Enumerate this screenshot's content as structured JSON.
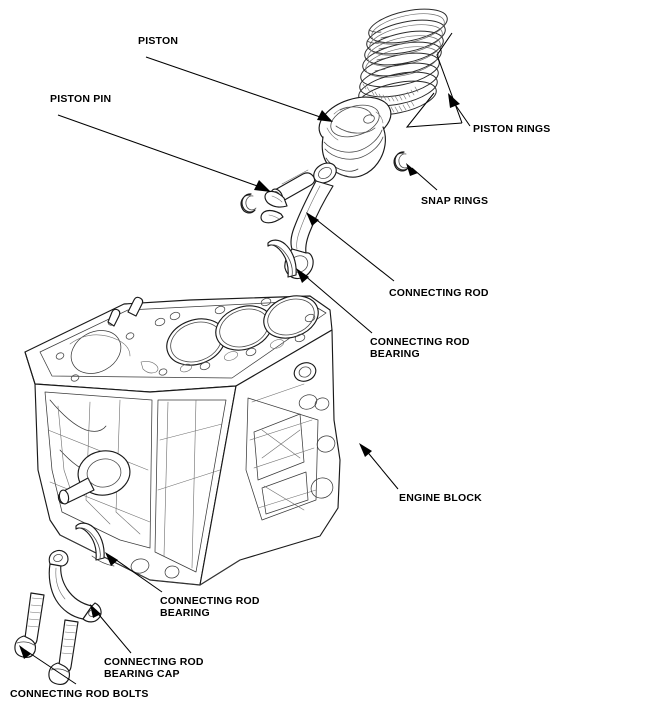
{
  "diagram": {
    "title": "Engine Block Exploded View",
    "type": "exploded-assembly-line-drawing",
    "background_color": "#ffffff",
    "line_color": "#1a1a1a",
    "text_color": "#000000",
    "callouts": [
      {
        "id": "piston",
        "label": "PISTON",
        "lines": [
          "PISTON"
        ]
      },
      {
        "id": "piston-pin",
        "label": "PISTON PIN",
        "lines": [
          "PISTON PIN"
        ]
      },
      {
        "id": "piston-rings",
        "label": "PISTON RINGS",
        "lines": [
          "PISTON RINGS"
        ]
      },
      {
        "id": "snap-rings",
        "label": "SNAP RINGS",
        "lines": [
          "SNAP RINGS"
        ]
      },
      {
        "id": "connecting-rod",
        "label": "CONNECTING ROD",
        "lines": [
          "CONNECTING ROD"
        ]
      },
      {
        "id": "connecting-rod-bearing-up",
        "label": "CONNECTING ROD BEARING",
        "lines": [
          "CONNECTING ROD",
          "BEARING"
        ]
      },
      {
        "id": "engine-block",
        "label": "ENGINE BLOCK",
        "lines": [
          "ENGINE BLOCK"
        ]
      },
      {
        "id": "connecting-rod-bearing-lo",
        "label": "CONNECTING ROD BEARING",
        "lines": [
          "CONNECTING ROD",
          "BEARING"
        ]
      },
      {
        "id": "connecting-rod-bearing-cap",
        "label": "CONNECTING ROD BEARING CAP",
        "lines": [
          "CONNECTING ROD",
          "BEARING CAP"
        ]
      },
      {
        "id": "connecting-rod-bolts",
        "label": "CONNECTING ROD BOLTS",
        "lines": [
          "CONNECTING ROD BOLTS"
        ]
      }
    ],
    "parts": [
      {
        "id": "piston-rings-stack",
        "name": "piston rings"
      },
      {
        "id": "piston-body",
        "name": "piston"
      },
      {
        "id": "snap-ring-left",
        "name": "snap ring"
      },
      {
        "id": "snap-ring-right",
        "name": "snap ring"
      },
      {
        "id": "piston-pin-body",
        "name": "piston pin"
      },
      {
        "id": "con-rod-body",
        "name": "connecting rod"
      },
      {
        "id": "bearing-upper",
        "name": "connecting rod bearing upper half"
      },
      {
        "id": "engine-block-body",
        "name": "engine block"
      },
      {
        "id": "bearing-lower",
        "name": "connecting rod bearing lower half"
      },
      {
        "id": "bearing-cap",
        "name": "connecting rod bearing cap"
      },
      {
        "id": "bolt-left",
        "name": "connecting rod bolt"
      },
      {
        "id": "bolt-right",
        "name": "connecting rod bolt"
      }
    ]
  }
}
